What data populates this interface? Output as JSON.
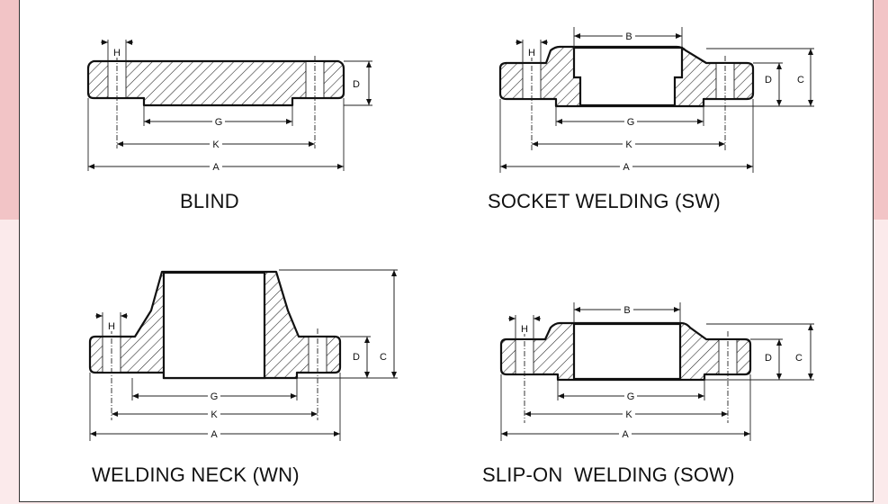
{
  "colors": {
    "top_band": "#f2c4c6",
    "bottom_band": "#fbeaeb",
    "panel": "#ffffff",
    "ink": "#111111"
  },
  "dimension_labels": {
    "A": "A",
    "K": "K",
    "G": "G",
    "H": "H",
    "D": "D",
    "C": "C",
    "B": "B"
  },
  "flanges": [
    {
      "id": "blind",
      "caption": "BLIND"
    },
    {
      "id": "socket",
      "caption": "SOCKET WELDING (SW)"
    },
    {
      "id": "weldneck",
      "caption": "WELDING NECK (WN)"
    },
    {
      "id": "slipon",
      "caption": "SLIP-ON  WELDING (SOW)"
    }
  ]
}
